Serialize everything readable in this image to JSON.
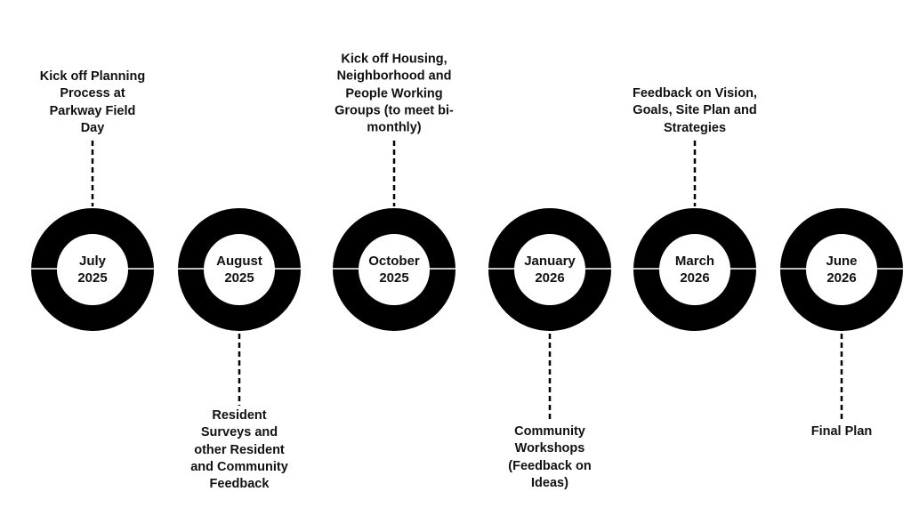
{
  "milestones": [
    {
      "month": "July",
      "year": "2025",
      "label": "Kick off Planning Process at Parkway Field Day",
      "position": "above"
    },
    {
      "month": "August",
      "year": "2025",
      "label": "Resident Surveys and other Resident and Community Feedback",
      "position": "below"
    },
    {
      "month": "October",
      "year": "2025",
      "label": "Kick off Housing, Neighborhood and People Working Groups (to meet bi-monthly)",
      "position": "above"
    },
    {
      "month": "January",
      "year": "2026",
      "label": "Community Workshops (Feedback on Ideas)",
      "position": "below"
    },
    {
      "month": "March",
      "year": "2026",
      "label": "Feedback on Vision, Goals, Site Plan and Strategies",
      "position": "above"
    },
    {
      "month": "June",
      "year": "2026",
      "label": "Final Plan",
      "position": "below"
    }
  ],
  "colors": {
    "ring": "#000000",
    "text": "#111111",
    "background": "#ffffff"
  }
}
